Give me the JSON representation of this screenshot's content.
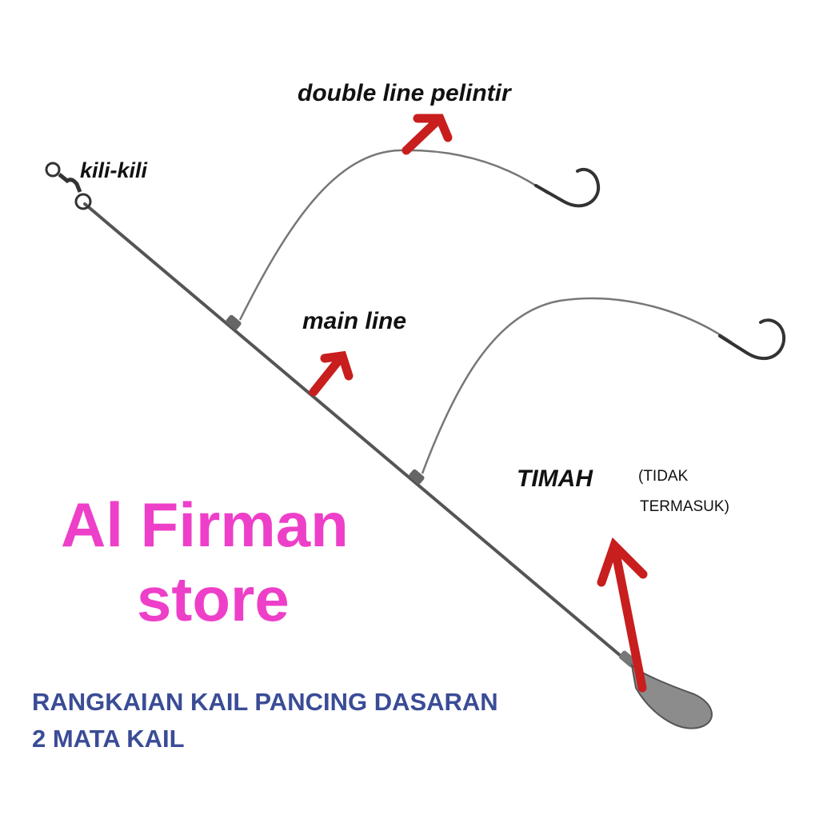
{
  "diagram": {
    "labels": {
      "double_line": "double line pelintir",
      "kili": "kili-kili",
      "main_line": "main line",
      "timah": "TIMAH",
      "timah_note_line1": "(TIDAK",
      "timah_note_line2": "TERMASUK)"
    },
    "store": {
      "line1": "Al Firman",
      "line2": "store"
    },
    "caption": {
      "line1": "RANGKAIAN KAIL PANCING DASARAN",
      "line2": "2 MATA KAIL"
    },
    "colors": {
      "arrow": "#c81e1e",
      "store_text": "#ee3fc9",
      "caption_text": "#3a4c96",
      "line": "#555555",
      "sinker": "#8c8c8c"
    }
  }
}
